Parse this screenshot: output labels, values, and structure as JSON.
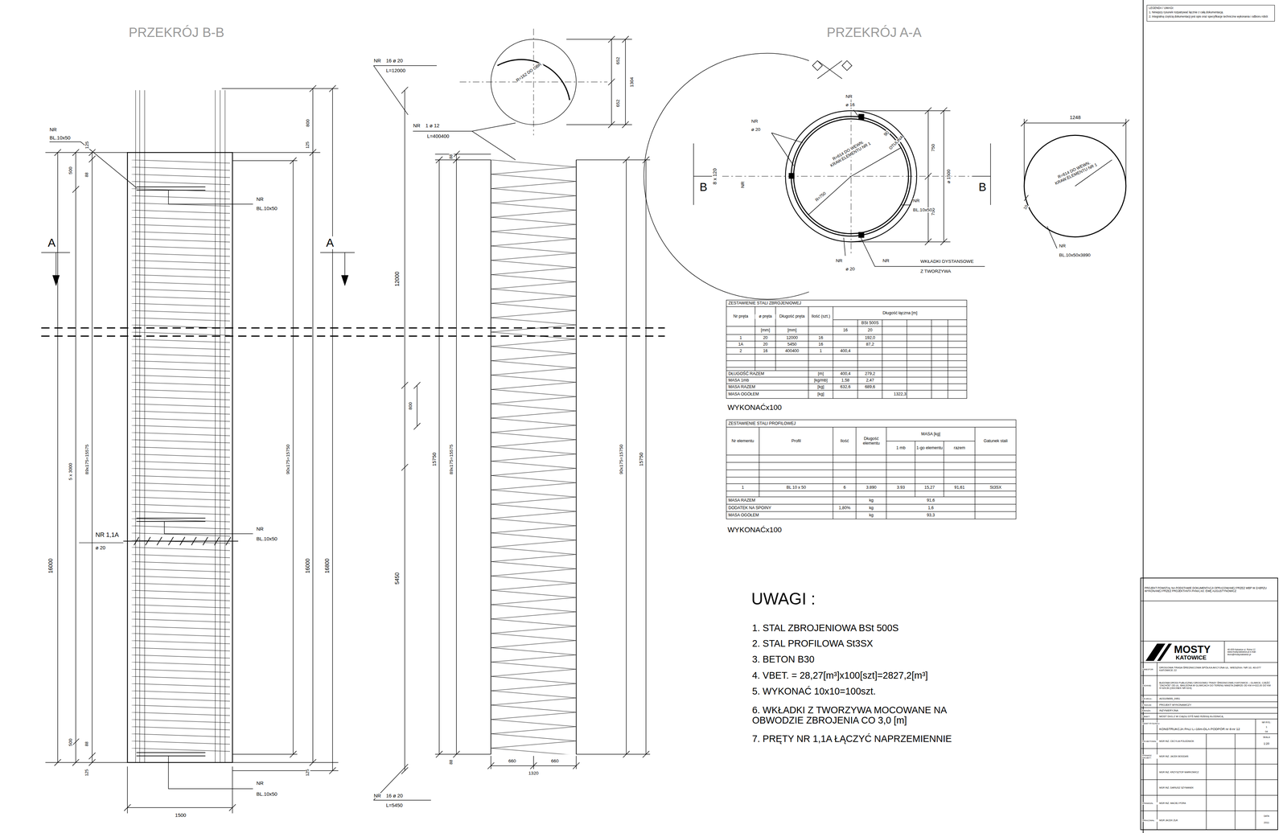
{
  "diagram": {
    "nodes": [
      {
        "text": [
          "LEGENDA / UWAGI:",
          "1. Niniejszy rysunek rozpatrywać łącznie z całą dokumentacją",
          "2. Integralną częścią dokumentacji jest opis oraz specyfikacje techniczne wykonania i odbioru robót"
        ]
      }
    ],
    "labels": [
      "PRZEKRÓJ B-B",
      "PRZEKRÓJ A-A",
      "NR",
      "BL.10x50",
      "125",
      "500",
      "88",
      "NR",
      "BL.10x50",
      "A",
      "A",
      "800",
      "125",
      "12000",
      "16000",
      "5 x 3000",
      "89x175=15575",
      "NR 1,1A",
      "ø 20",
      "NR",
      "BL.10x50",
      "90x175=15750",
      "16000",
      "16800",
      "500",
      "88",
      "125",
      "125",
      "NR",
      "BL.10x50",
      "1500",
      "NR",
      "16 ø 20",
      "L=12000",
      "NR",
      "1 ø 12",
      "L=400400",
      "R=162 DO OBR.",
      "652",
      "652",
      "1304",
      "88",
      "800",
      "15750",
      "89x175=15575",
      "5450",
      "90x175=15750",
      "15750",
      "88",
      "660",
      "660",
      "1320",
      "NR",
      "16 ø 20",
      "L=5450",
      "NR",
      "ø 16",
      "NR",
      "ø 20",
      "8 x 120",
      "NR",
      "90",
      "OTULINA",
      "R=614 DO WEWN. KRAW.ELEMENTU NR 1",
      "R=750",
      "750",
      "ø 1500",
      "750",
      "NR",
      "BL.10x50",
      "NR",
      "WKŁADKI DYSTANSOWE",
      "Z TWORZYWA",
      "NR",
      "ø 20",
      "B",
      "B",
      "1248",
      "R=614 DO WEWN. KRAW.ELEMENTU NR 1",
      "10",
      "NR",
      "BL.10x50x3890",
      "ZESTAWIENIE STALI ZBROJENIOWEJ",
      "Nr pręta",
      "ø pręta",
      "Długość pręta",
      "Ilość (szt.)",
      "Długość łączna [m]",
      "BSt 500S",
      "[mm]",
      "[mm]",
      "16",
      "20",
      "1",
      "20",
      "12000",
      "16",
      "192,0",
      "1A",
      "20",
      "5450",
      "16",
      "87,2",
      "2",
      "16",
      "400400",
      "1",
      "400,4",
      "DŁUGOŚĆ RAZEM",
      "[m]",
      "400,4",
      "279,2",
      "MASA 1mb",
      "[kg/mb]",
      "1,58",
      "2,47",
      "MASA RAZEM",
      "[kg]",
      "632,6",
      "689,6",
      "MASA OGÓŁEM",
      "[kg]",
      "1322,3",
      "WYKONAĆx100",
      "ZESTAWIENIE STALI PROFILOWEJ",
      "Nr elementu",
      "Profil",
      "Ilość",
      "Długość elementu",
      "MASA [kg]",
      "1 mb",
      "1-go elementu",
      "razem",
      "Gatunek stali",
      "1",
      "BL 10 x 50",
      "6",
      "3.890",
      "3.93",
      "15,27",
      "91,61",
      "St3SX",
      "MASA RAZEM",
      "kg",
      "91,6",
      "DODATEK NA SPOINY",
      "1,80%",
      "kg",
      "1,6",
      "MASA OGÓŁEM",
      "kg",
      "93,3",
      "WYKONAĆx100",
      "UWAGI :",
      "1. STAL ZBROJENIOWA BSt 500S",
      "2. STAL PROFILOWA St3SX",
      "3. BETON B30",
      "4. VBET. = 28,27[m³]x100[szt]=2827,2[m³]",
      "5. WYKONAĆ 10x10=100szt.",
      "6. WKŁADKI Z TWORZYWA MOCOWANE NA OBWODZIE ZBROJENIA CO 3,0 [m]",
      "7. PRĘTY NR 1,1A ŁĄCZYĆ NAPRZEMIENNIE",
      "PROJEKT POWSTAŁ NA PODSTAWIE DOKUMENTACJI OPRACOWANEJ PRZEZ WBP W ZABRZU WYKONANEJ PRZEZ PROJEKTANTA PANIĄ inż. EWĘ AUGUSTYNOWICZ",
      "MOSTY",
      "KATOWICE",
      "40-005 Katowice ul. Rolna 12 www.mosty.katowice.pl e-mail: biuro@mosty.katowice.pl",
      "INWESTOR:",
      "DROGOWA TRASA ŚREDNICOWA SPÓŁKA AKCYJNA UL. WIESZKA / NR 10, 40-077 KATOWICE 22",
      "ZADANIE:",
      "BUDOWA DROGI PUBLICZNEJ DROGOWEJ TRASY ŚREDNICOWEJ KATOWICE – GLIWICE, CZĘŚĆ \"ZACHÓD\" OD UL. BAILDONA W GLIWICACH DO TERENU MIASTA ZABRZE OD KM 4+022,00 DO KM 9+329,50 (ODCINEK NR 02/4)",
      "NR ARCH.:",
      "A03105655_0951",
      "STADIUM:",
      "PROJEKT WYKONAWCZY",
      "BRANŻA:",
      "INŻYNIERYJNA",
      "OBIEKT:",
      "MOST DH1-2 W CIĄGU DTŚ NAD RZEKĄ KŁODNICĄ",
      "TEMAT RYSUNKU:",
      "KONSTRUKCJA PALI L=16m-DLA PODPÓR nr 8-nr 12",
      "NR RYS.:",
      "1",
      "04",
      "SKALA",
      "1:20",
      "PROJEKTOWAŁ:",
      "MGR INŻ. CECYLIA POLEDNIOK",
      "SPRAWDZ. PROJEKT.:",
      "MGR INŻ. JACEK BOGDAŃ",
      "MGR INŻ. KRZYSZTOF MARKOWICZ",
      "MGR INŻ. DARIUSZ SZYMANEK",
      "SPRAWDZIŁ:",
      "MGR INŻ. MACIEJ PORA",
      "OPRACOWAŁ:",
      "MGR JACEK ŻUK",
      "DATA",
      "2011"
    ]
  }
}
